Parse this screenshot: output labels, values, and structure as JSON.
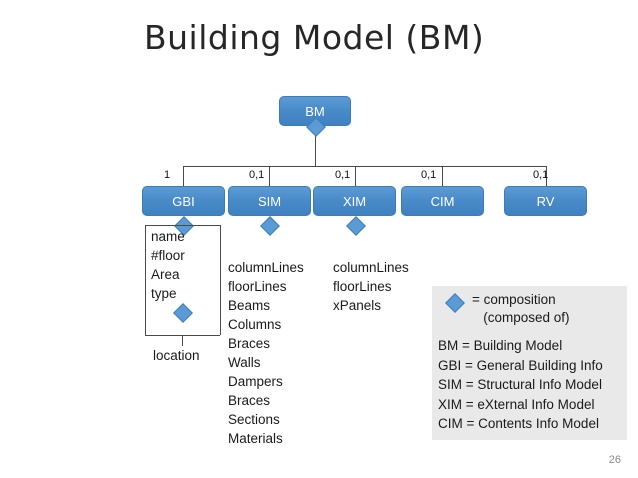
{
  "slide": {
    "title": "Building Model (BM)",
    "page_number": "26"
  },
  "nodes": {
    "root": {
      "label": "BM"
    },
    "level2": [
      {
        "label": "GBI",
        "cardinality": "1"
      },
      {
        "label": "SIM",
        "cardinality": "0,1"
      },
      {
        "label": "XIM",
        "cardinality": "0,1"
      },
      {
        "label": "CIM",
        "cardinality": "0,1"
      },
      {
        "label": "RV",
        "cardinality": "0,1"
      }
    ]
  },
  "attributes": {
    "gbi": "name\n#floor\nArea\ntype",
    "gbi_child": "location",
    "sim": "columnLines\nfloorLines\nBeams\nColumns\nBraces\nWalls\nDampers\nBraces\nSections\nMaterials",
    "xim": "columnLines\nfloorLines\nxPanels"
  },
  "legend": {
    "composition": "= composition\n   (composed of)",
    "abbreviations": "BM = Building Model\nGBI = General Building Info\nSIM = Structural Info Model\nXIM = eXternal Info Model\nCIM = Contents Info Model"
  },
  "colors": {
    "node_blue": "#5b9bd5",
    "legend_bg": "#e9e9e9",
    "title_text": "#262626"
  }
}
